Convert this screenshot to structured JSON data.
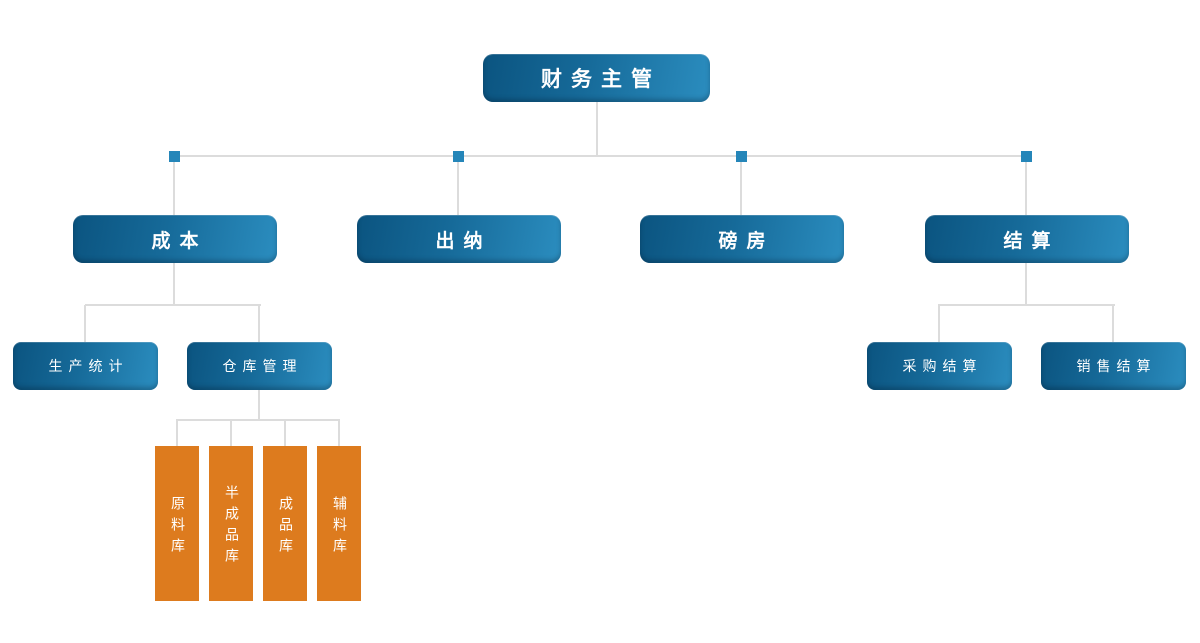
{
  "chart_data": {
    "type": "org-chart",
    "title": "",
    "root": {
      "label": "财务主管"
    },
    "level2": [
      {
        "label": "成本"
      },
      {
        "label": "出纳"
      },
      {
        "label": "磅房"
      },
      {
        "label": "结算"
      }
    ],
    "cost_children": [
      {
        "label": "生产统计"
      },
      {
        "label": "仓库管理"
      }
    ],
    "warehouse_children": [
      {
        "label": "原料库"
      },
      {
        "label": "半成品库"
      },
      {
        "label": "成品库"
      },
      {
        "label": "辅料库"
      }
    ],
    "settlement_children": [
      {
        "label": "采购结算"
      },
      {
        "label": "销售结算"
      }
    ],
    "colors": {
      "node_gradient_dark": "#0b5480",
      "node_gradient_light": "#2b8dbf",
      "warehouse_orange": "#dd7b1e",
      "connector_gray": "#dcdcdc",
      "junction_blue": "#2586b9",
      "text": "#ffffff",
      "background": "#ffffff"
    }
  }
}
